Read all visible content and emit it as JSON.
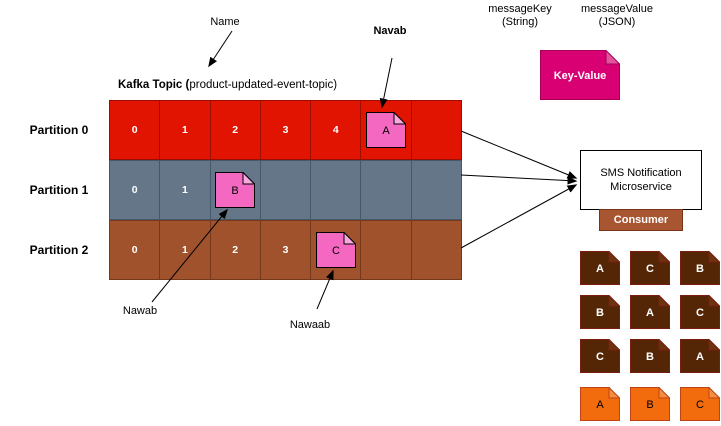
{
  "labels": {
    "name": "Name",
    "navab": "Navab",
    "nawab": "Nawab",
    "nawaab": "Nawaab"
  },
  "headers": {
    "message_key_line1": "messageKey",
    "message_key_line2": "(String)",
    "message_value_line1": "messageValue",
    "message_value_line2": "(JSON)"
  },
  "key_value_note": {
    "label": "Key-Value",
    "fill": "#d80073",
    "fold": "#e2559d",
    "stroke": "#a50057",
    "text_color": "#ffffff"
  },
  "topic": {
    "title_bold": "Kafka Topic (",
    "title_regular": "product-updated-event-topic)",
    "columns": 7,
    "partitions": [
      {
        "label": "Partition 0",
        "fill": "#e01400",
        "stroke": "#9c0e00",
        "offsets": [
          "0",
          "1",
          "2",
          "3",
          "4"
        ]
      },
      {
        "label": "Partition 1",
        "fill": "#647687",
        "stroke": "#45586a",
        "offsets": [
          "0",
          "1"
        ]
      },
      {
        "label": "Partition 2",
        "fill": "#a0522d",
        "stroke": "#75391c",
        "offsets": [
          "0",
          "1",
          "2",
          "3"
        ]
      }
    ],
    "messages": [
      {
        "letter": "A",
        "partition": 0,
        "slot": 5
      },
      {
        "letter": "B",
        "partition": 1,
        "slot": 2
      },
      {
        "letter": "C",
        "partition": 2,
        "slot": 4
      }
    ],
    "message_note_style": {
      "fill": "#f568c2",
      "fold": "#f9a9dd",
      "stroke": "#000000",
      "text_color": "#000000"
    }
  },
  "consumer": {
    "service_line1": "SMS Notification",
    "service_line2": "Microservice",
    "box_label": "Consumer",
    "box_fill": "#a85632"
  },
  "consumed_messages": {
    "rows": [
      {
        "letters": [
          "A",
          "C",
          "B"
        ],
        "fill": "#552605",
        "fold": "#6b3410",
        "stroke": "#7b1d10",
        "text_color": "#ffffff"
      },
      {
        "letters": [
          "B",
          "A",
          "C"
        ],
        "fill": "#552605",
        "fold": "#6b3410",
        "stroke": "#7b1d10",
        "text_color": "#ffffff"
      },
      {
        "letters": [
          "C",
          "B",
          "A"
        ],
        "fill": "#552605",
        "fold": "#6b3410",
        "stroke": "#7b1d10",
        "text_color": "#ffffff"
      },
      {
        "letters": [
          "A",
          "B",
          "C"
        ],
        "fill": "#f26c0d",
        "fold": "#f58d3f",
        "stroke": "#bf4316",
        "text_color": "#000000"
      }
    ]
  }
}
